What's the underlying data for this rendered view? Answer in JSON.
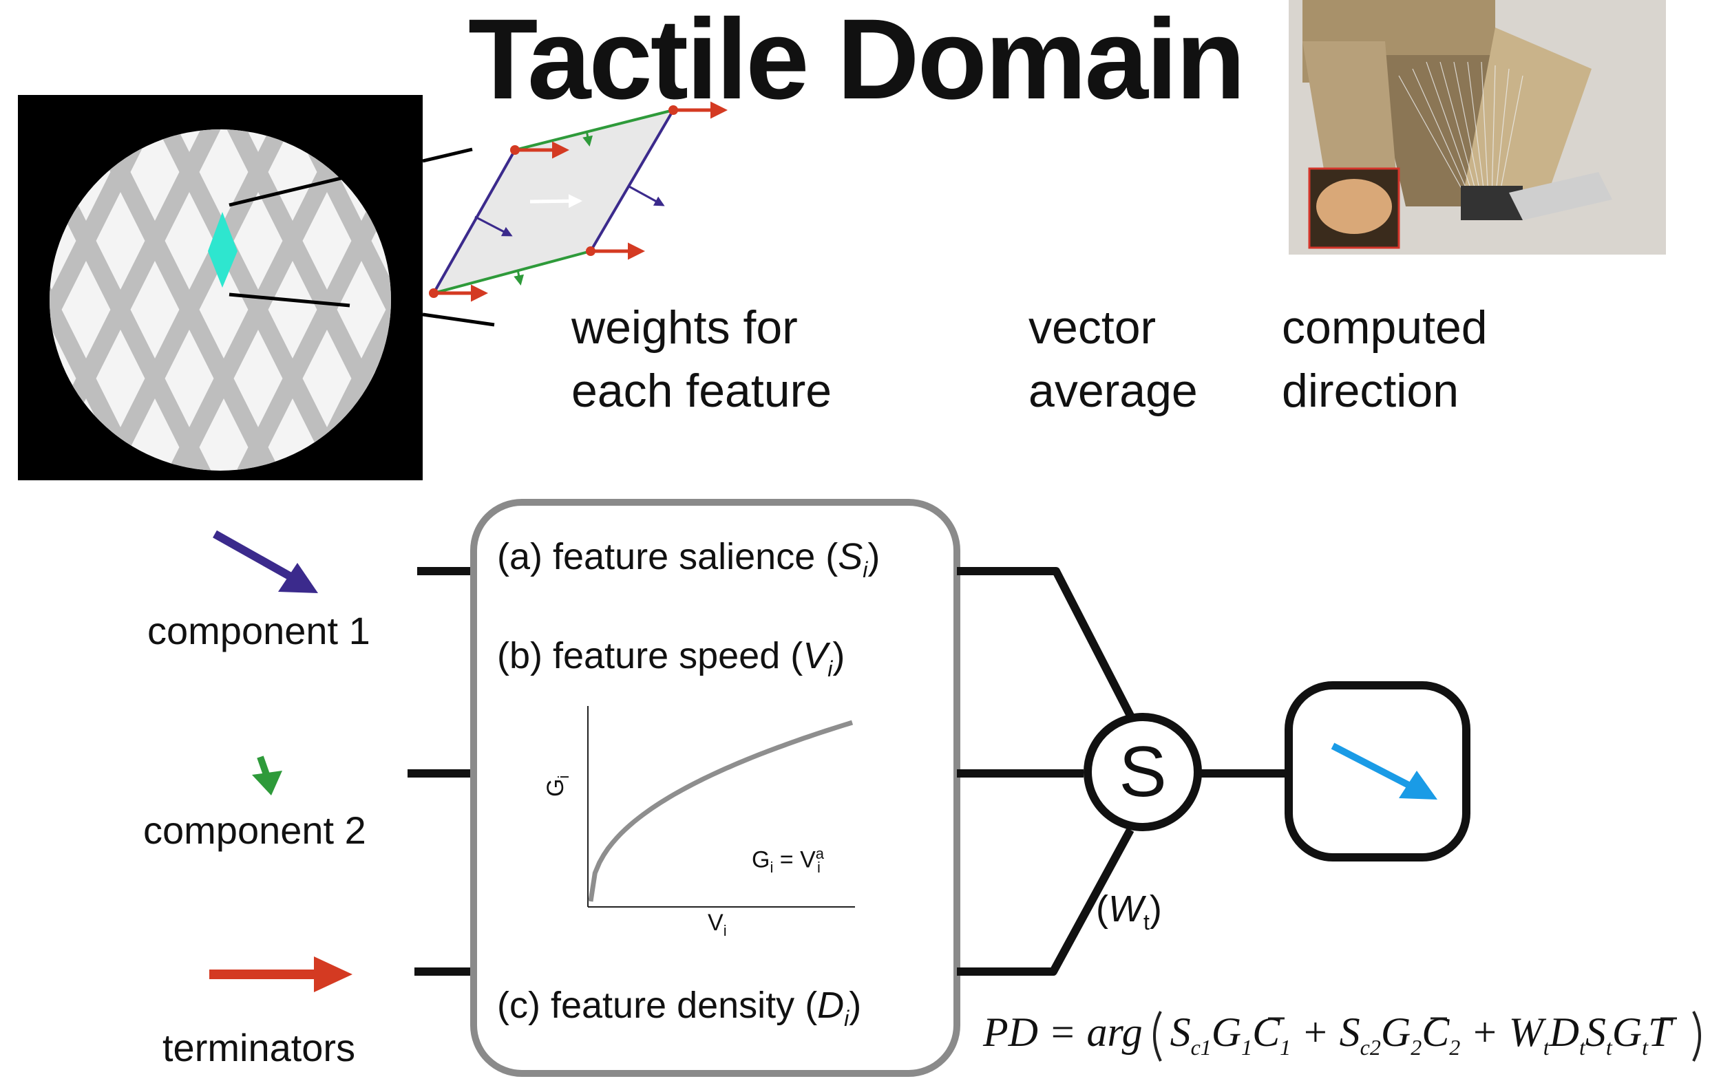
{
  "title": "Tactile Domain",
  "captions": {
    "weights_line1": "weights for",
    "weights_line2": "each feature",
    "vector_line1": "vector",
    "vector_line2": "average",
    "computed_line1": "computed",
    "computed_line2": "direction"
  },
  "inputs": {
    "component1": "component 1",
    "component2": "component 2",
    "terminators": "terminators"
  },
  "box": {
    "a_prefix": "(a) feature salience (",
    "a_var": "S",
    "a_sub": "i",
    "a_suffix": ")",
    "b_prefix": "(b) feature speed (",
    "b_var": "V",
    "b_sub": "i",
    "b_suffix": ")",
    "c_prefix": "(c) feature density (",
    "c_var": "D",
    "c_sub": "i",
    "c_suffix": ")"
  },
  "graph": {
    "ylabel": "G",
    "ylabel_sub": "i",
    "xlabel": "V",
    "xlabel_sub": "i",
    "eq_lhs": "G",
    "eq_lhs_sub": "i",
    "eq_mid": " = V",
    "eq_sup": "a",
    "eq_sub": "i"
  },
  "sum_node": "S",
  "weight_label_open": "(",
  "weight_label_var": "W",
  "weight_label_sub": "t",
  "weight_label_close": ")",
  "formula": "PD = arg( Sc1G1C1 + Sc2G2C2 + WtDtStGtT )",
  "colors": {
    "component1": "#3b2a8c",
    "component2": "#2e9a3a",
    "terminators": "#d43a22",
    "result": "#1a9be6",
    "diamond": "#2ee6cf",
    "box_stroke": "#8a8a8a"
  }
}
